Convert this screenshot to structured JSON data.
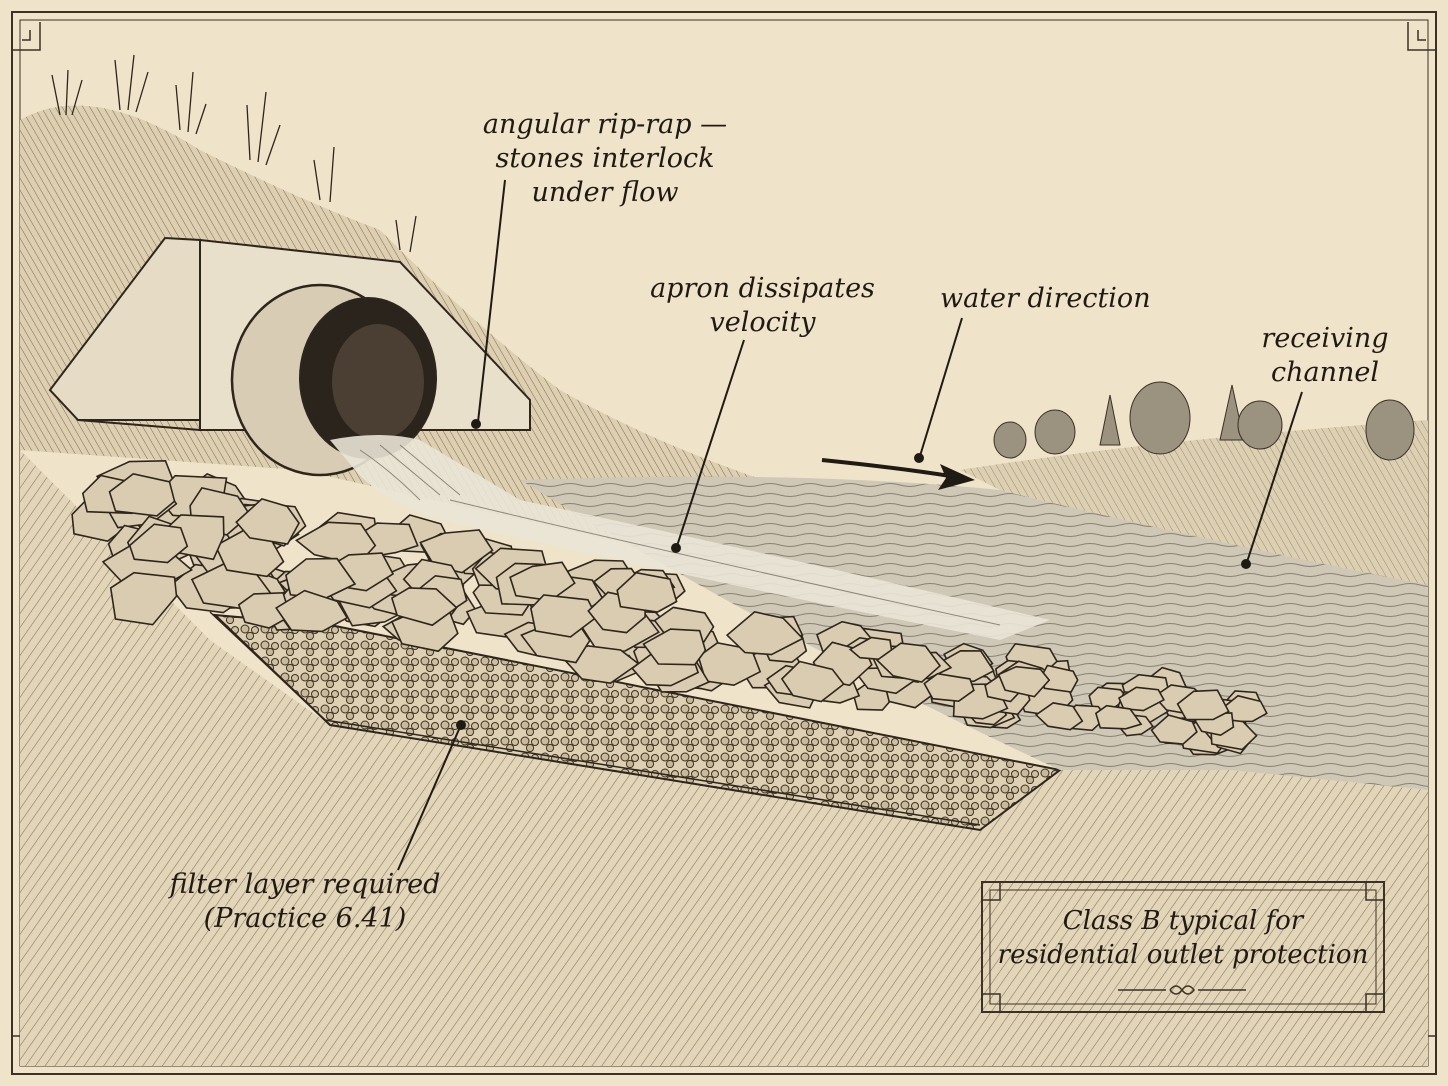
{
  "labels": {
    "riprap": [
      "angular rip-rap —",
      "stones interlock",
      "under flow"
    ],
    "apron": [
      "apron dissipates",
      "velocity"
    ],
    "water": [
      "water direction"
    ],
    "channel": [
      "receiving",
      "channel"
    ],
    "filter": [
      "filter layer required",
      "(Practice 6.41)"
    ]
  },
  "note": [
    "Class B typical for",
    "residential outlet protection"
  ],
  "colors": {
    "paper": "#efe3c9",
    "ink": "#1f1a14",
    "stone": "#d9ccb0",
    "water": "#c9c4b4"
  },
  "icons": {
    "corner": "corner-ornament-icon",
    "flourish": "flourish-icon",
    "arrow": "flow-arrow-icon"
  }
}
